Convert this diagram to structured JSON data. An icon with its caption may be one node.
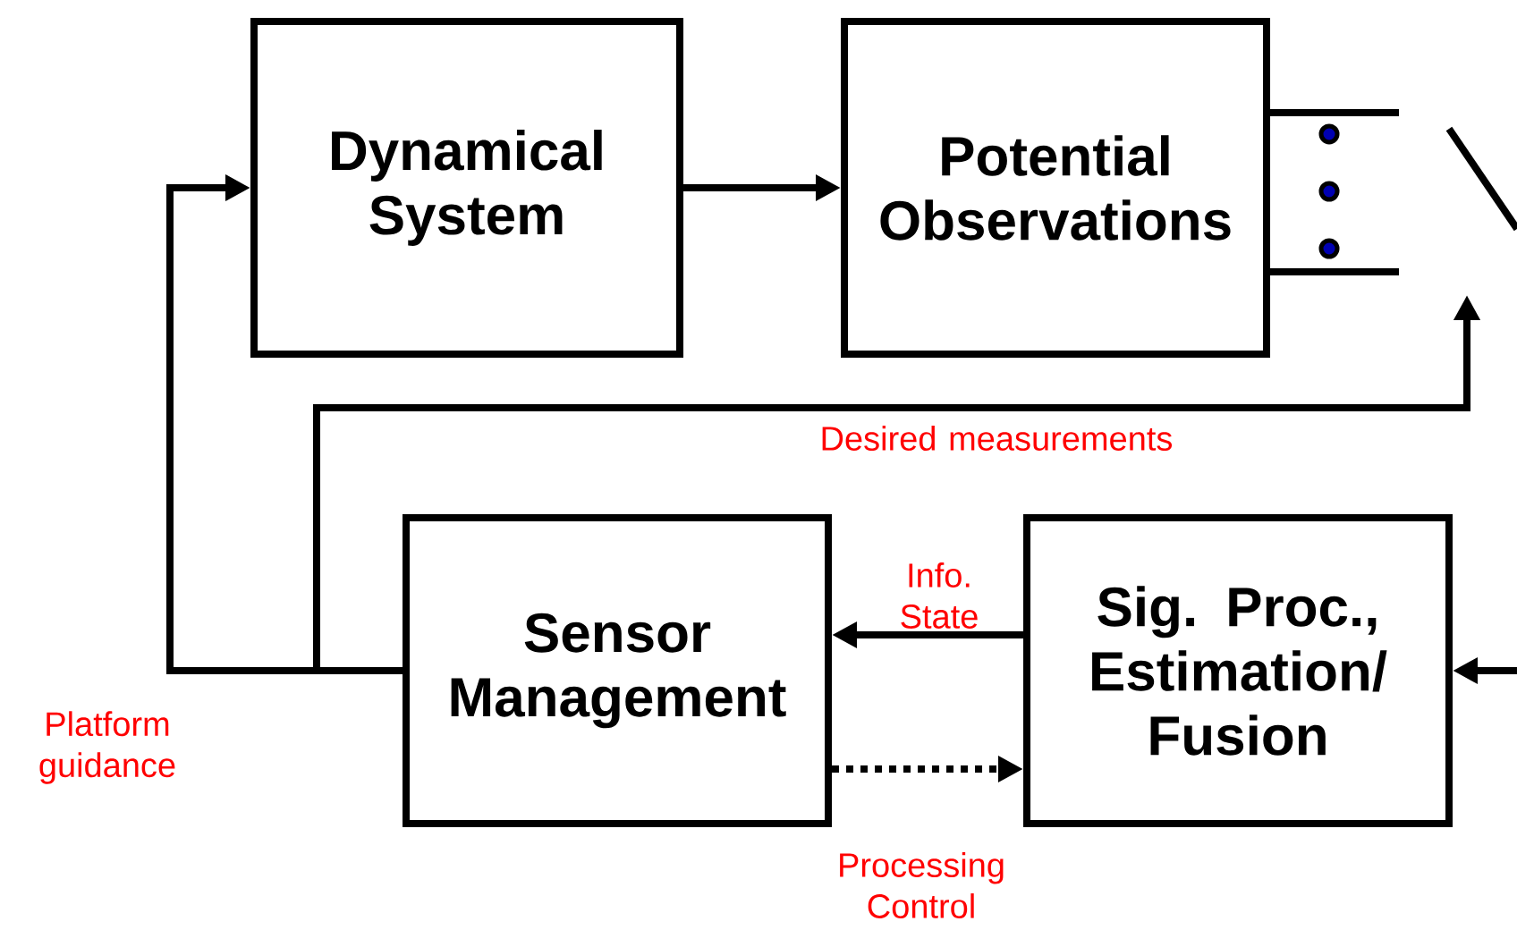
{
  "diagram": {
    "nodes": [
      {
        "text": [
          "Dynamical System"
        ]
      },
      {
        "text": [
          "Potential Observations"
        ]
      },
      {
        "text": [
          "Sensor Management"
        ]
      },
      {
        "text": [
          "Sig. Proc., Estimation/ Fusion"
        ]
      }
    ],
    "edges": [
      {
        "from": 0,
        "to": 1,
        "arrow": "to"
      },
      {
        "from": 2,
        "to": 0,
        "arrow": "to",
        "label": "Platform guidance"
      },
      {
        "from": 2,
        "to": null,
        "arrow": "to",
        "label": "Desired measurements"
      },
      {
        "from": 3,
        "to": 2,
        "arrow": "to",
        "label": "Info. State"
      },
      {
        "from": 2,
        "to": 3,
        "arrow": "to",
        "label": "Processing Control",
        "style": "dashed"
      },
      {
        "from": null,
        "to": 3,
        "arrow": "to"
      }
    ]
  }
}
